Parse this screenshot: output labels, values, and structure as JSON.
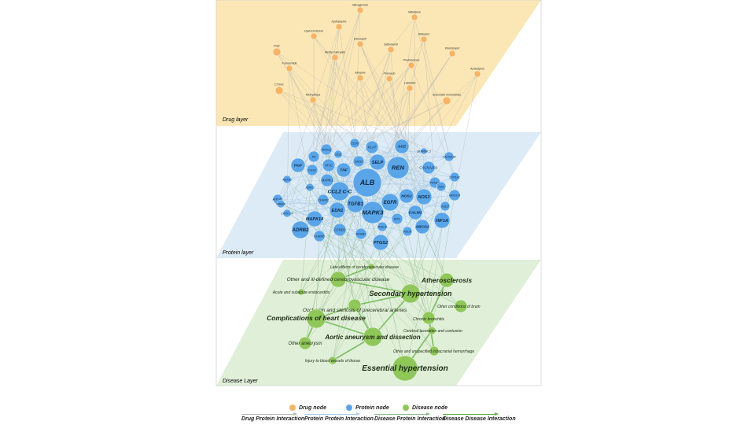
{
  "layers": {
    "drug": {
      "label": "Drug layer",
      "color": "#fbe7b5"
    },
    "protein": {
      "label": "Protein layer",
      "color": "#dcebf6"
    },
    "disease": {
      "label": "Disease Layer",
      "color": "#e0efd8"
    }
  },
  "colors": {
    "drug_node": "#f6b464",
    "protein_node": "#5aa5e8",
    "disease_node": "#8fc75a",
    "drug_protein_edge": "#b8b8b8",
    "protein_protein_edge": "#a9cbe8",
    "disease_protein_edge": "#8dbb8a",
    "disease_disease_edge": "#5fae3f"
  },
  "drug_nodes": [
    "Nitroglycerin",
    "Hydralazine",
    "Nifedipine",
    "Hydrocortisone",
    "Eleosapril",
    "Diltiazem",
    "PGE",
    "Salbutamol",
    "Pentobopril",
    "Methyl salicylate",
    "Furosemide",
    "Prednisolone",
    "Atropine",
    "Phenazin",
    "Amlodipine",
    "CTXN1",
    "Labetalol",
    "Methyldopa",
    "Isosorbide mononitrate"
  ],
  "protein_nodes": [
    "CD36",
    "PLAT",
    "ACE",
    "PRKCZ",
    "CES1",
    "SERPINC1",
    "AR",
    "DRD2",
    "SELP",
    "CACNA1B",
    "HGF",
    "MYC",
    "REN",
    "CACNA2D1",
    "CYP1A1",
    "CES1",
    "TNF",
    "ANXA1",
    "MAPK1",
    "ALB",
    "PPARG",
    "XDH",
    "F2RY2",
    "CCL2 C-C",
    "HMGCR",
    "ATP1A1",
    "CHRM2",
    "NOS2",
    "NOS3",
    "PPARA",
    "TGFB1",
    "EGFR",
    "ACE2",
    "CFTR CF",
    "EDN1",
    "MAPK3",
    "CALM2",
    "MAPK14",
    "MTO",
    "HIF1A",
    "ADRB2",
    "CCND1",
    "PRKCD",
    "ABCG2",
    "ADRB1",
    "RELA",
    "CHRM5",
    "PTGS2"
  ],
  "disease_nodes": [
    "Late effects of cerebrovascular disease",
    "Other and ill-defined cerebrovascular disease",
    "Atherosclerosis",
    "Acute and subacute endocarditis",
    "Secondary hypertension",
    "Occlusion and stenosis of precerebral arteries",
    "Other conditions of brain",
    "Complications of heart disease",
    "Chronic bronchitis",
    "Cerebral laceration and contusion",
    "Aortic aneurysm and dissection",
    "Other aneurysm",
    "Other and unspecified intracranial hemorrhage",
    "Injury to blood vessels of thorax",
    "Essential hypertension"
  ],
  "legend": {
    "drug_node": "Drug node",
    "protein_node": "Protein node",
    "disease_node": "Disease node",
    "drug_protein": "Drug Protein Interaction",
    "protein_protein": "Protein Protein Interaction",
    "disease_protein": "Disease Protein Interaction",
    "disease_disease": "Disease Disease Interaction"
  }
}
